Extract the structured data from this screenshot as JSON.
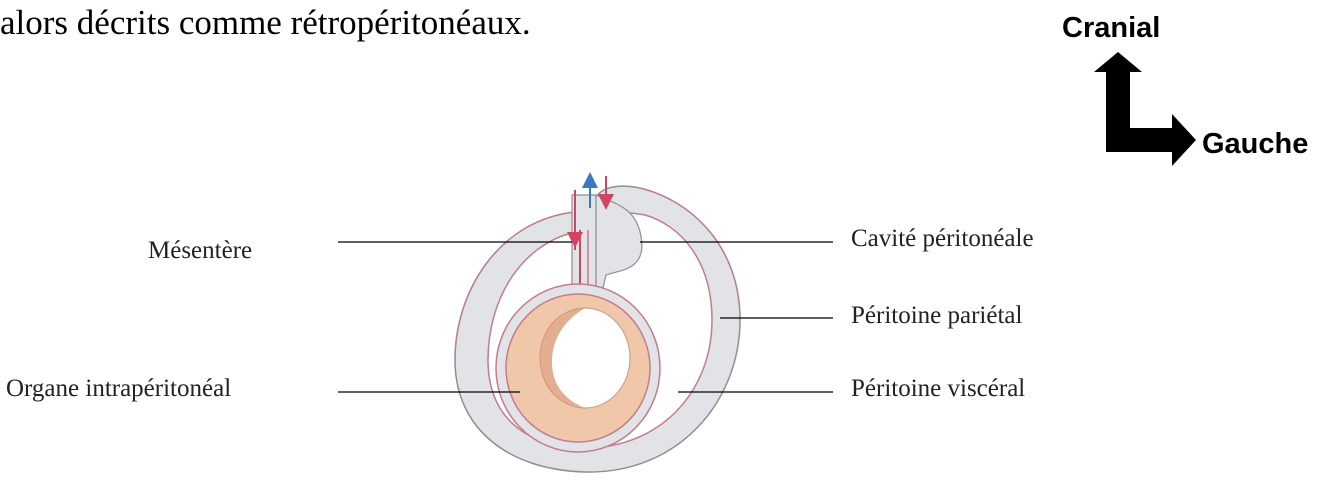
{
  "text": {
    "intro": "alors décrits comme rétropéritonéaux."
  },
  "orientation": {
    "cranial": "Cranial",
    "left": "Gauche"
  },
  "labels": {
    "mesentere": "Mésentère",
    "organe": "Organe intrapéritonéal",
    "cavite": "Cavité péritonéale",
    "parietal": "Péritoine pariétal",
    "visceral": "Péritoine viscéral"
  },
  "colors": {
    "peritoneum_fill": "#e2e3e6",
    "peritoneum_line": "#c47b8f",
    "organ_fill": "#f0c7a8",
    "organ_shade": "#d99a74",
    "arrow_red": "#d24560",
    "arrow_blue": "#3a78c4"
  }
}
